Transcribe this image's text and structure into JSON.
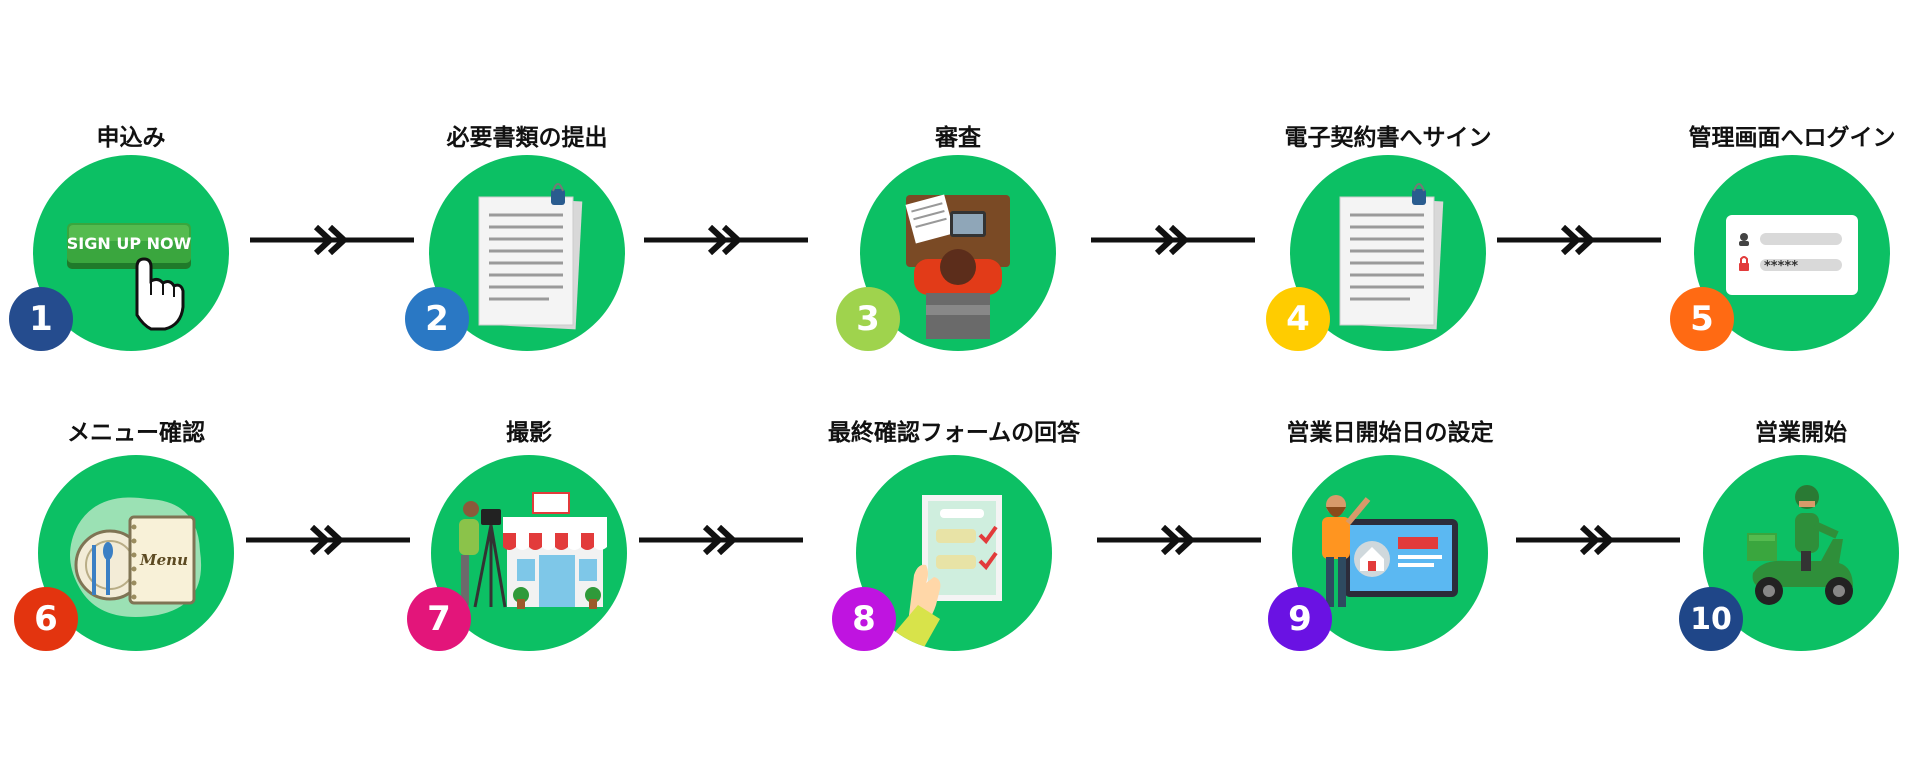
{
  "colors": {
    "circle": "#0cc064",
    "line": "#111111"
  },
  "steps": [
    {
      "number": "1",
      "title": "申込み",
      "badge_color": "#254c8e",
      "icon": "sign-up-button-icon",
      "button_text": "SIGN UP NOW"
    },
    {
      "number": "2",
      "title": "必要書類の提出",
      "badge_color": "#2a78c4",
      "icon": "documents-icon"
    },
    {
      "number": "3",
      "title": "審査",
      "badge_color": "#9fd34d",
      "icon": "reviewer-desk-icon"
    },
    {
      "number": "4",
      "title": "電子契約書へサイン",
      "badge_color": "#ffcc00",
      "icon": "contract-documents-icon"
    },
    {
      "number": "5",
      "title": "管理画面へログイン",
      "badge_color": "#ff6a13",
      "icon": "login-form-icon",
      "password_mask": "*****"
    },
    {
      "number": "6",
      "title": "メニュー確認",
      "badge_color": "#e3340f",
      "icon": "menu-book-icon",
      "menu_text": "Menu"
    },
    {
      "number": "7",
      "title": "撮影",
      "badge_color": "#e3157a",
      "icon": "photographer-shop-icon"
    },
    {
      "number": "8",
      "title": "最終確認フォームの回答",
      "badge_color": "#bf14e0",
      "icon": "checklist-form-icon"
    },
    {
      "number": "9",
      "title": "営業日開始日の設定",
      "badge_color": "#6a12e3",
      "icon": "presenter-screen-icon"
    },
    {
      "number": "10",
      "title": "営業開始",
      "badge_color": "#1f4688",
      "icon": "delivery-scooter-icon"
    }
  ]
}
